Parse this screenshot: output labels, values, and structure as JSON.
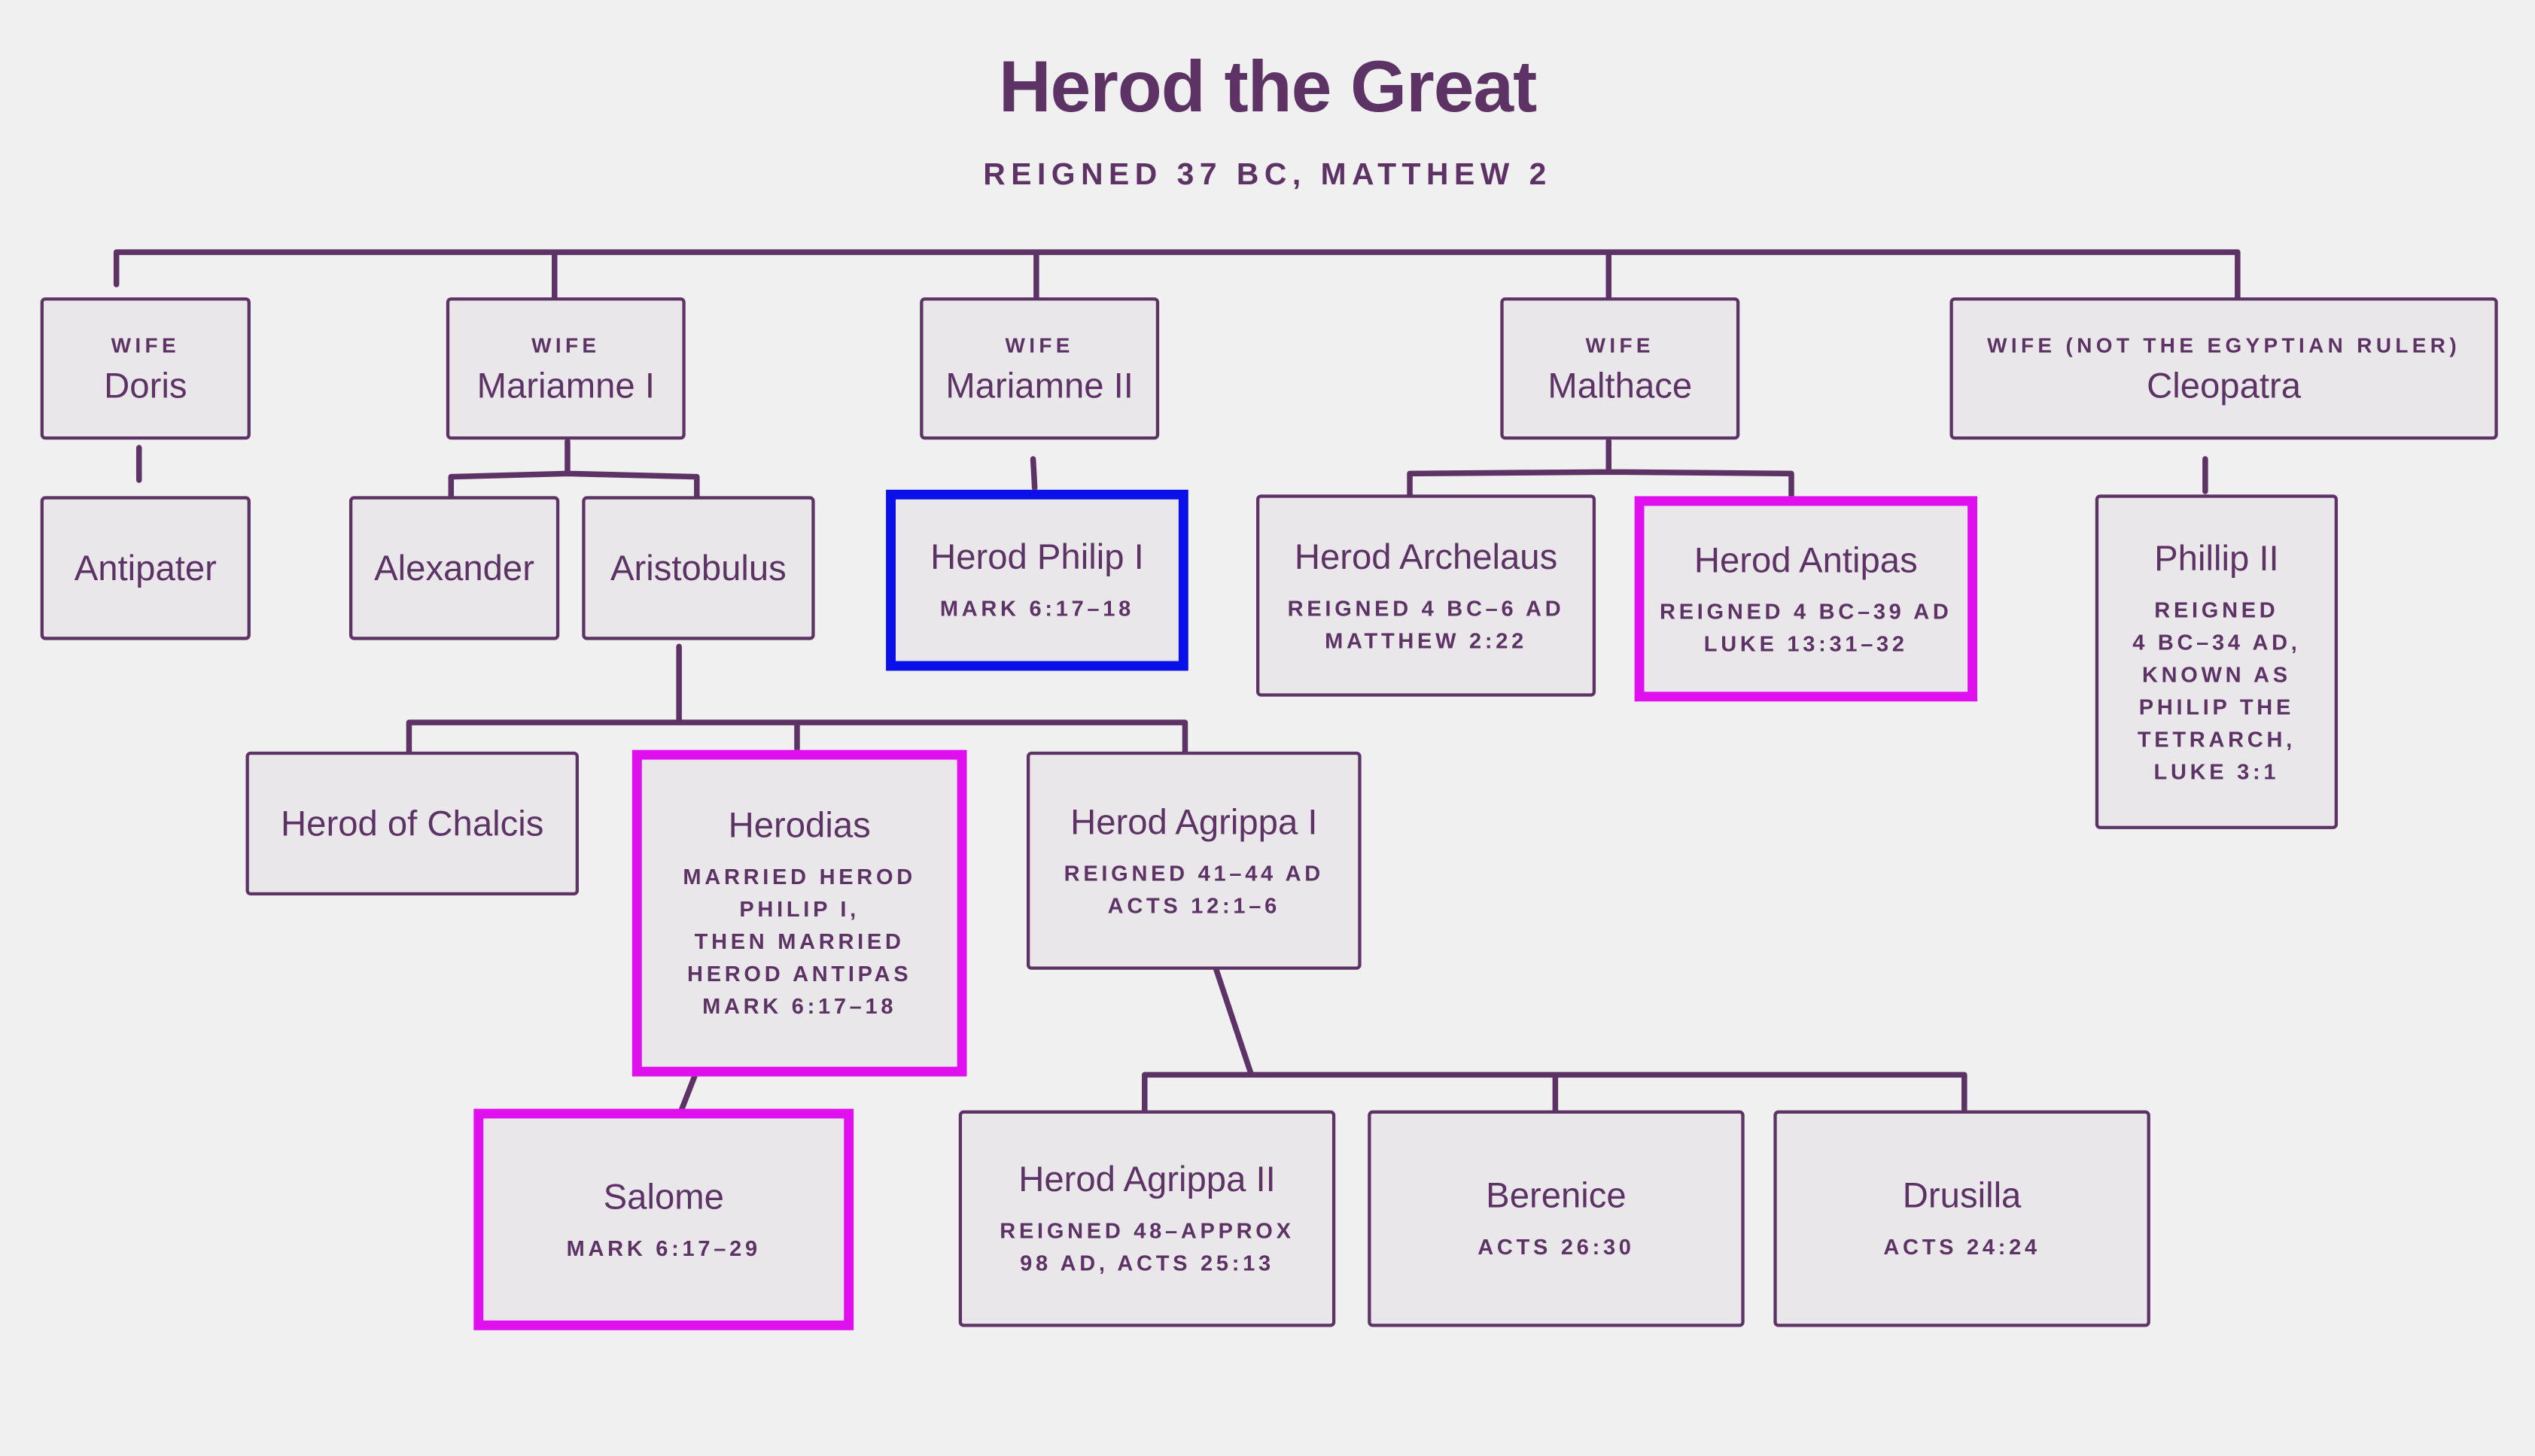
{
  "header": {
    "title": "Herod the Great",
    "subtitle": "REIGNED 37 BC, MATTHEW 2"
  },
  "wives": [
    {
      "label": "WIFE",
      "name": "Doris"
    },
    {
      "label": "WIFE",
      "name": "Mariamne I"
    },
    {
      "label": "WIFE",
      "name": "Mariamne II"
    },
    {
      "label": "WIFE",
      "name": "Malthace"
    },
    {
      "label": "WIFE (NOT THE EGYPTIAN RULER)",
      "name": "Cleopatra"
    }
  ],
  "children": [
    {
      "name": "Antipater"
    },
    {
      "name": "Alexander"
    },
    {
      "name": "Aristobulus"
    },
    {
      "name": "Herod Philip I",
      "note": "MARK 6:17–18"
    },
    {
      "name": "Herod Archelaus",
      "note": "REIGNED 4 BC–6 AD\nMATTHEW 2:22"
    },
    {
      "name": "Herod Antipas",
      "note": "REIGNED 4 BC–39 AD\nLUKE 13:31–32"
    },
    {
      "name": "Phillip II",
      "note": "REIGNED\n4 BC–34 AD,\nKNOWN AS\nPHILIP THE\nTETRARCH,\nLUKE 3:1"
    }
  ],
  "grandchildren": [
    {
      "name": "Herod of Chalcis"
    },
    {
      "name": "Herodias",
      "note": "MARRIED HEROD\nPHILIP I,\nTHEN MARRIED\nHEROD ANTIPAS\nMARK 6:17–18"
    },
    {
      "name": "Herod Agrippa I",
      "note": "REIGNED 41–44 AD\nACTS 12:1–6"
    }
  ],
  "great_grandchildren": [
    {
      "name": "Salome",
      "note": "MARK 6:17–29"
    },
    {
      "name": "Herod Agrippa II",
      "note": "REIGNED 48–APPROX\n98 AD, ACTS 25:13"
    },
    {
      "name": "Berenice",
      "note": "ACTS 26:30"
    },
    {
      "name": "Drusilla",
      "note": "ACTS 24:24"
    }
  ],
  "colors": {
    "text": "#5d3366",
    "line": "#5d3366",
    "box_fill": "#eae7ea",
    "background": "#f1f0f1",
    "highlight_pink": "#e010ee",
    "highlight_blue": "#0a10e8"
  }
}
